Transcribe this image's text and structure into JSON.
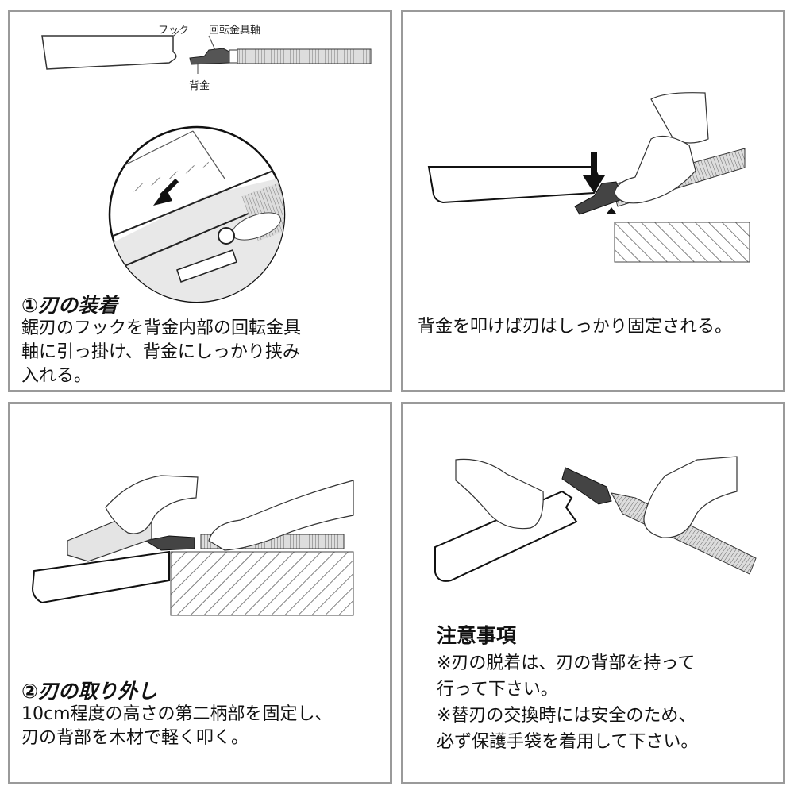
{
  "panel1": {
    "label_hook": "フック",
    "label_axis": "回転金具軸",
    "label_back": "背金",
    "heading": "①刃の装着",
    "body_lines": [
      "鋸刃のフックを背金内部の回転金具",
      "軸に引っ掛け、背金にしっかり挟み",
      "入れる。"
    ]
  },
  "panel2": {
    "body": "背金を叩けば刃はしっかり固定される。"
  },
  "panel3": {
    "heading": "②刃の取り外し",
    "body_lines": [
      "10cm程度の高さの第二柄部を固定し、",
      "刃の背部を木材で軽く叩く。"
    ]
  },
  "panel4": {
    "heading": "注意事項",
    "body_lines": [
      "※刃の脱着は、刃の背部を持って",
      "行って下さい。",
      "※替刃の交換時には安全のため、",
      "必ず保護手袋を着用して下さい。"
    ]
  }
}
